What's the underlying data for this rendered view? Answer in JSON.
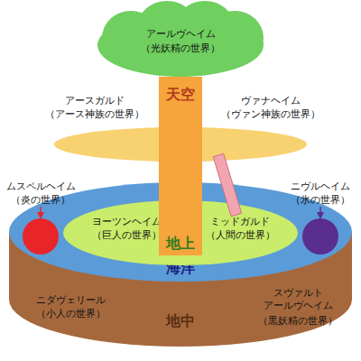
{
  "diagram": {
    "nodes": [
      {
        "text": [
          "アールヴヘイム",
          "（光妖精の世界）"
        ]
      },
      {
        "text": [
          "天空",
          "地上"
        ]
      },
      {
        "text": [
          "アースガルド",
          "（アース神族の世界）",
          "ヴァナヘイム",
          "（ヴァン神族の世界）"
        ]
      },
      {
        "text": [
          "海洋"
        ]
      },
      {
        "text": [
          "ムスペルヘイム",
          "（炎の世界）"
        ],
        "in": 3
      },
      {
        "text": [
          "ニヴルヘイム",
          "（氷の世界）"
        ],
        "in": 3
      },
      {
        "text": [
          "ヨーツンヘイム",
          "（巨人の世界）",
          "ミッドガルド",
          "（人間の世界）"
        ],
        "in": 3
      },
      {
        "text": [
          "ニダヴェリール",
          "（小人の世界）",
          "スヴァルト アールヴヘイム",
          "（黒妖精の世界）",
          "地中"
        ]
      }
    ],
    "edges": [
      {
        "from": 2,
        "to": 6,
        "arrow": "none"
      }
    ]
  }
}
